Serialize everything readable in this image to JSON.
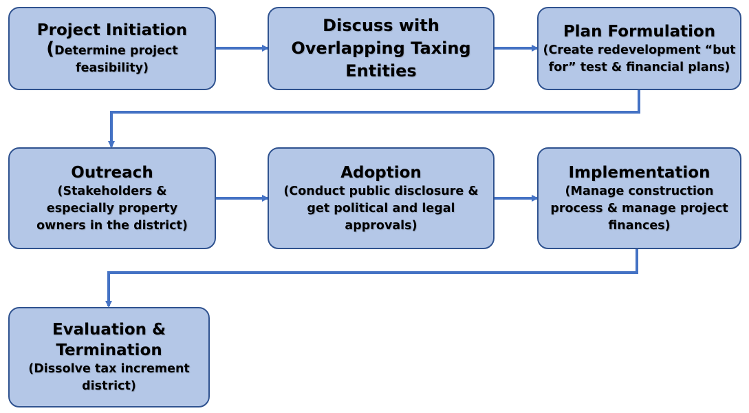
{
  "colors": {
    "box_fill": "#b4c7e7",
    "box_border": "#2f528f",
    "arrow": "#4472c4"
  },
  "steps": [
    {
      "title": "Project Initiation",
      "desc_prefix": "(",
      "desc": "Determine project feasibility)"
    },
    {
      "title": "Discuss with Overlapping Taxing Entities",
      "desc": ""
    },
    {
      "title": "Plan Formulation",
      "desc": "(Create redevelopment “but for” test & financial plans)"
    },
    {
      "title": "Outreach",
      "desc": "(Stakeholders & especially property owners in the district)"
    },
    {
      "title": "Adoption",
      "desc": "(Conduct public disclosure & get political and legal approvals)"
    },
    {
      "title": "Implementation",
      "desc": "(Manage construction process & manage project finances)"
    },
    {
      "title": "Evaluation & Termination",
      "desc": "(Dissolve tax increment district)"
    }
  ]
}
